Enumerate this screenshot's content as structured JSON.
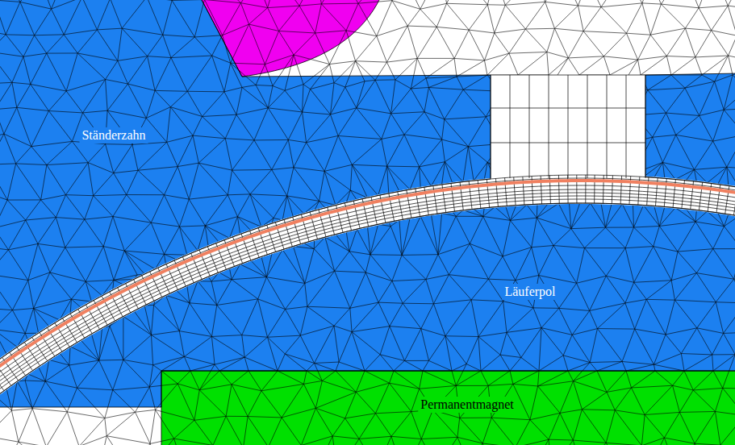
{
  "diagram": {
    "labels": [
      "Ständerzahn",
      "Läuferpol",
      "Permanentmagnet"
    ]
  }
}
